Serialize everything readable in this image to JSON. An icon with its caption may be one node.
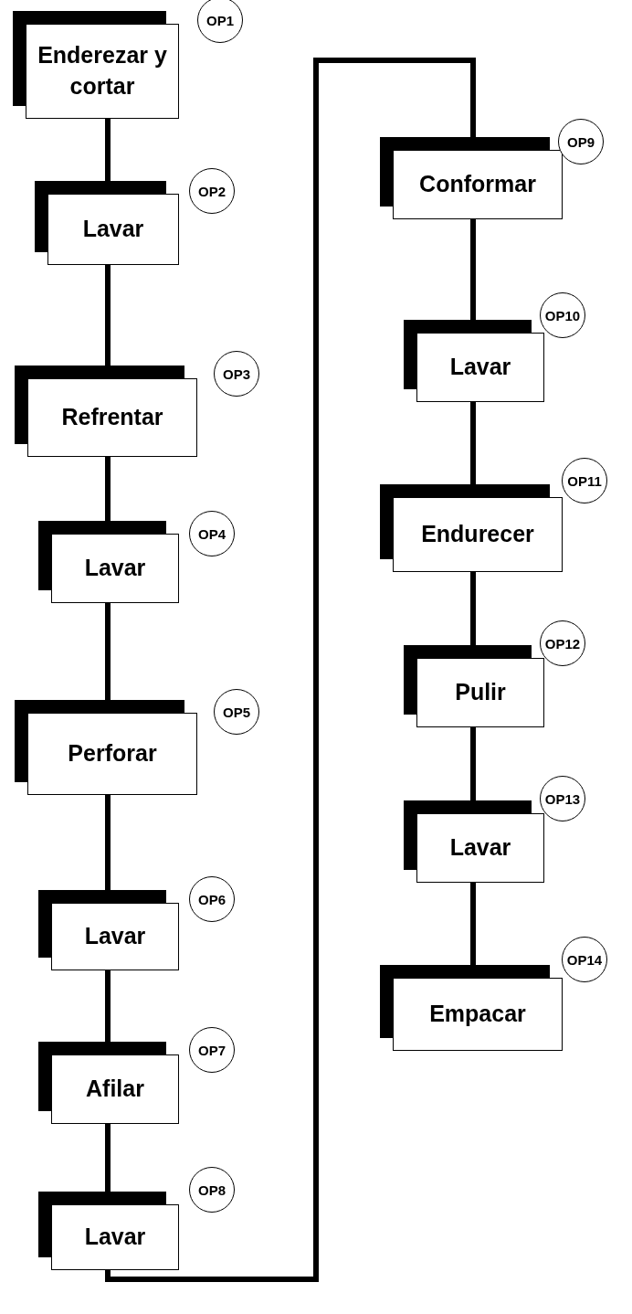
{
  "diagram": {
    "nodes": [
      {
        "text": [
          "Enderezar y cortar"
        ]
      },
      {
        "text": [
          "OP1"
        ]
      },
      {
        "text": [
          "Lavar"
        ]
      },
      {
        "text": [
          "OP2"
        ]
      },
      {
        "text": [
          "Refrentar"
        ]
      },
      {
        "text": [
          "OP3"
        ]
      },
      {
        "text": [
          "Lavar"
        ]
      },
      {
        "text": [
          "OP4"
        ]
      },
      {
        "text": [
          "Perforar"
        ]
      },
      {
        "text": [
          "OP5"
        ]
      },
      {
        "text": [
          "Lavar"
        ]
      },
      {
        "text": [
          "OP6"
        ]
      },
      {
        "text": [
          "Afilar"
        ]
      },
      {
        "text": [
          "OP7"
        ]
      },
      {
        "text": [
          "Lavar"
        ]
      },
      {
        "text": [
          "OP8"
        ]
      },
      {
        "text": [
          "Conformar"
        ]
      },
      {
        "text": [
          "OP9"
        ]
      },
      {
        "text": [
          "Lavar"
        ]
      },
      {
        "text": [
          "OP10"
        ]
      },
      {
        "text": [
          "Endurecer"
        ]
      },
      {
        "text": [
          "OP11"
        ]
      },
      {
        "text": [
          "Pulir"
        ]
      },
      {
        "text": [
          "OP12"
        ]
      },
      {
        "text": [
          "Lavar"
        ]
      },
      {
        "text": [
          "OP13"
        ]
      },
      {
        "text": [
          "Empacar"
        ]
      },
      {
        "text": [
          "OP14"
        ]
      }
    ],
    "edges": [
      {
        "from": 0,
        "to": 2,
        "arrow": "none"
      },
      {
        "from": 2,
        "to": 4,
        "arrow": "none"
      },
      {
        "from": 4,
        "to": 6,
        "arrow": "none"
      },
      {
        "from": 6,
        "to": 8,
        "arrow": "none"
      },
      {
        "from": 8,
        "to": 10,
        "arrow": "none"
      },
      {
        "from": 10,
        "to": 12,
        "arrow": "none"
      },
      {
        "from": 12,
        "to": 14,
        "arrow": "none"
      },
      {
        "from": 14,
        "to": 16,
        "arrow": "none"
      },
      {
        "from": 16,
        "to": 18,
        "arrow": "none"
      },
      {
        "from": 18,
        "to": 20,
        "arrow": "none"
      },
      {
        "from": 20,
        "to": 22,
        "arrow": "none"
      },
      {
        "from": 22,
        "to": 24,
        "arrow": "none"
      },
      {
        "from": 24,
        "to": 26,
        "arrow": "none"
      }
    ]
  }
}
